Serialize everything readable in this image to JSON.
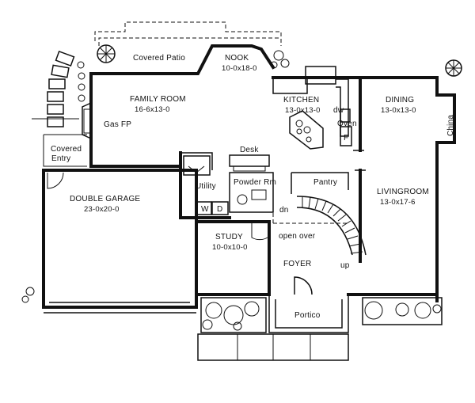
{
  "rooms": [
    {
      "id": "family-room",
      "name": "FAMILY ROOM",
      "size": "16-6x13-0"
    },
    {
      "id": "nook",
      "name": "NOOK",
      "size": "10-0x18-0"
    },
    {
      "id": "kitchen",
      "name": "KITCHEN",
      "size": "13-0x13-0"
    },
    {
      "id": "dining",
      "name": "DINING",
      "size": "13-0x13-0"
    },
    {
      "id": "livingroom",
      "name": "LIVINGROOM",
      "size": "13-0x17-6"
    },
    {
      "id": "double-garage",
      "name": "DOUBLE GARAGE",
      "size": "23-0x20-0"
    },
    {
      "id": "study",
      "name": "STUDY",
      "size": "10-0x10-0"
    }
  ],
  "labels": {
    "covered_patio": "Covered Patio",
    "gas_fp": "Gas FP",
    "covered": "Covered",
    "entry": "Entry",
    "desk": "Desk",
    "utility": "Utility",
    "powder_rm": "Powder Rm",
    "pantry": "Pantry",
    "dw_kitchen": "dw",
    "oven": "Oven",
    "fridge": "F",
    "china": "China",
    "dn": "dn",
    "open_over": "open over",
    "up": "up",
    "foyer": "FOYER",
    "portico": "Portico",
    "washer": "W",
    "dryer": "D"
  }
}
